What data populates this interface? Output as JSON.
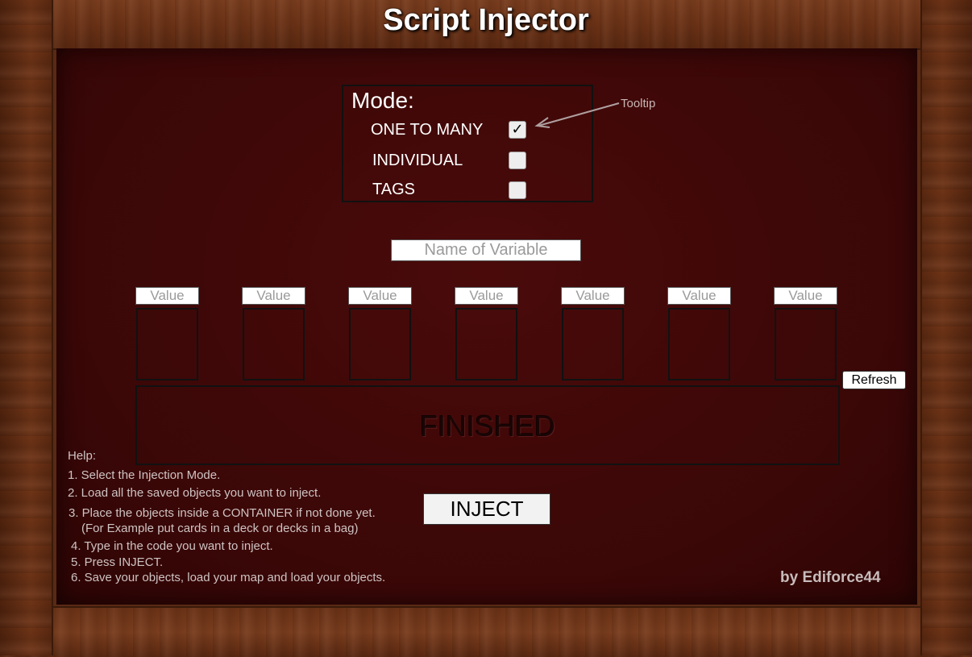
{
  "title": "Script Injector",
  "mode": {
    "label": "Mode:",
    "options": [
      {
        "label": "ONE TO MANY",
        "checked": true,
        "check_glyph": "✓"
      },
      {
        "label": "INDIVIDUAL",
        "checked": false,
        "check_glyph": ""
      },
      {
        "label": "TAGS",
        "checked": false,
        "check_glyph": ""
      }
    ],
    "tooltip": "Tooltip"
  },
  "variable_input": {
    "placeholder": "Name of Variable"
  },
  "value_columns": [
    {
      "placeholder": "Value"
    },
    {
      "placeholder": "Value"
    },
    {
      "placeholder": "Value"
    },
    {
      "placeholder": "Value"
    },
    {
      "placeholder": "Value"
    },
    {
      "placeholder": "Value"
    },
    {
      "placeholder": "Value"
    }
  ],
  "refresh_label": "Refresh",
  "status": "FINISHED",
  "inject_label": "INJECT",
  "help": {
    "title": "Help:",
    "lines": [
      "1. Select the Injection Mode.",
      "2. Load all the saved objects you want to inject.",
      "3. Place the objects inside a CONTAINER if not done yet.",
      "(For Example put cards in a deck or decks in a bag)",
      "4. Type in the code you want to inject.",
      "5. Press INJECT.",
      "6. Save your objects, load your map and load your objects."
    ]
  },
  "author": "by Ediforce44",
  "colors": {
    "panel": "#3a0707",
    "wood": "#6b3216",
    "text": "#ffffff"
  }
}
